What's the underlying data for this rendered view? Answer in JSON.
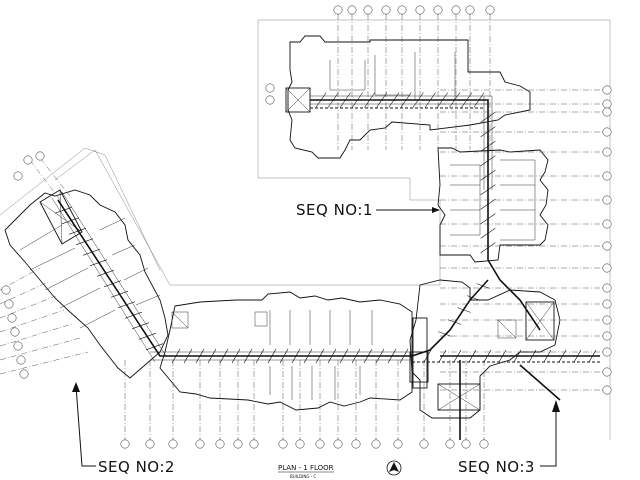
{
  "drawing": {
    "sequence_labels": {
      "seq1": "SEQ NO:1",
      "seq2": "SEQ NO:2",
      "seq3": "SEQ NO:3"
    },
    "title": "PLAN - 1 FLOOR",
    "subtitle": "BUILDING - C",
    "north_symbol": "N"
  }
}
